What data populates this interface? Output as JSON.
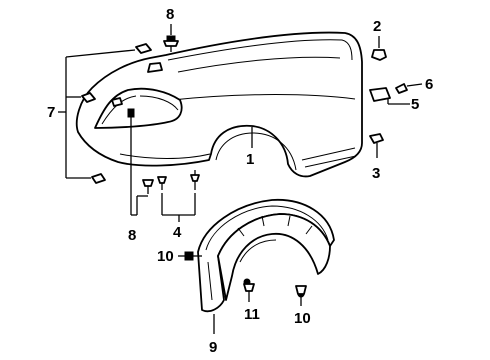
{
  "diagram": {
    "callouts": {
      "c1": "1",
      "c2": "2",
      "c3": "3",
      "c4": "4",
      "c5": "5",
      "c6": "6",
      "c7": "7",
      "c8_top": "8",
      "c8_bottom": "8",
      "c9": "9",
      "c10_left": "10",
      "c10_right": "10",
      "c11": "11"
    }
  }
}
